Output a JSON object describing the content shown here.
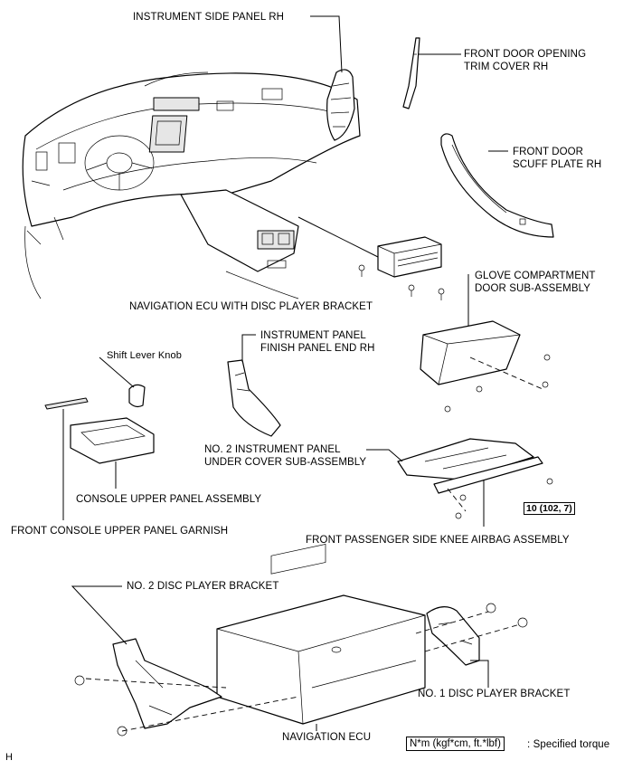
{
  "labels": {
    "instrument_side_panel": "INSTRUMENT SIDE PANEL RH",
    "front_door_trim_1": "FRONT DOOR OPENING",
    "front_door_trim_2": "TRIM COVER RH",
    "scuff_1": "FRONT DOOR",
    "scuff_2": "SCUFF PLATE RH",
    "nav_ecu_bracket": "NAVIGATION ECU WITH DISC PLAYER BRACKET",
    "glove_1": "GLOVE COMPARTMENT",
    "glove_2": "DOOR SUB-ASSEMBLY",
    "shift_knob": "Shift Lever Knob",
    "finish_panel_1": "INSTRUMENT PANEL",
    "finish_panel_2": "FINISH PANEL END RH",
    "under_cover_1": "NO. 2 INSTRUMENT PANEL",
    "under_cover_2": "UNDER COVER SUB-ASSEMBLY",
    "console_upper": "CONSOLE UPPER PANEL ASSEMBLY",
    "console_garnish": "FRONT CONSOLE UPPER PANEL GARNISH",
    "knee_airbag": "FRONT PASSENGER SIDE KNEE AIRBAG ASSEMBLY",
    "bracket_no2": "NO. 2 DISC PLAYER BRACKET",
    "bracket_no1": "NO. 1 DISC PLAYER BRACKET",
    "nav_ecu": "NAVIGATION ECU",
    "page_code": "H"
  },
  "torque": "10 (102, 7)",
  "legend": {
    "box": "N*m (kgf*cm, ft.*lbf)",
    "text": ": Specified torque"
  }
}
